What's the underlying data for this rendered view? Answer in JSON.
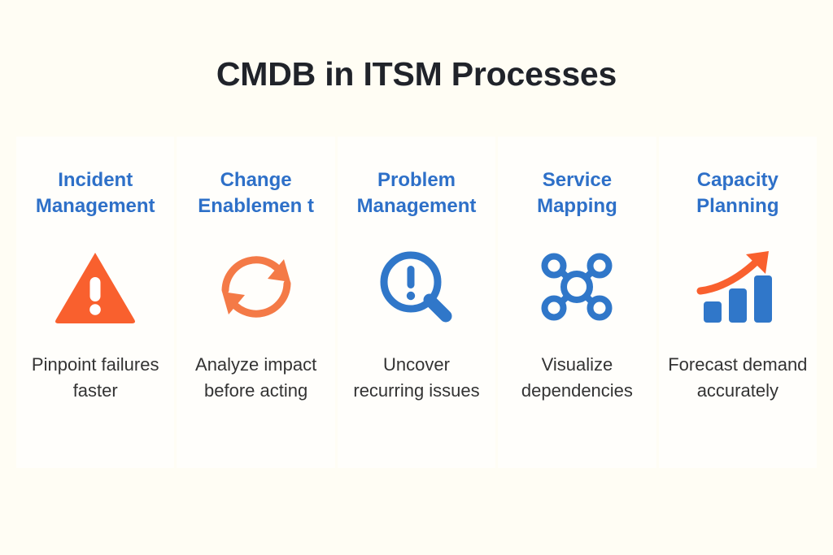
{
  "header": {
    "title": "CMDB in ITSM Processes"
  },
  "theme": {
    "background": "#fffdf4",
    "card_background": "#fffefb",
    "title_color": "#20232a",
    "heading_blue": "#2e70c8",
    "icon_blue": "#3077c9",
    "icon_orange": "#f9602e",
    "body_text": "#333333"
  },
  "cards": [
    {
      "title": "Incident\nManagement",
      "title_line1": "Incident",
      "title_line2": "Management",
      "icon": "warning-triangle-icon",
      "icon_color": "#f9602e",
      "description": "Pinpoint failures faster"
    },
    {
      "title": "Change\nEnablemen t",
      "title_line1": "Change",
      "title_line2": "Enablemen t",
      "icon": "refresh-cycle-icon",
      "icon_color": "#f47a47",
      "description": "Analyze impact before acting"
    },
    {
      "title": "Problem\nManagement",
      "title_line1": "Problem",
      "title_line2": "Management",
      "icon": "magnifier-alert-icon",
      "icon_color": "#3077c9",
      "description": "Uncover recurring issues"
    },
    {
      "title": "Service\nMapping",
      "title_line1": "Service",
      "title_line2": "Mapping",
      "icon": "network-nodes-icon",
      "icon_color": "#3077c9",
      "description": "Visualize dependencies"
    },
    {
      "title": "Capacity\nPlanning",
      "title_line1": "Capacity",
      "title_line2": "Planning",
      "icon": "growth-bar-chart-icon",
      "icon_color": "#3077c9",
      "accent_color": "#f9602e",
      "description": "Forecast demand accurately"
    }
  ]
}
